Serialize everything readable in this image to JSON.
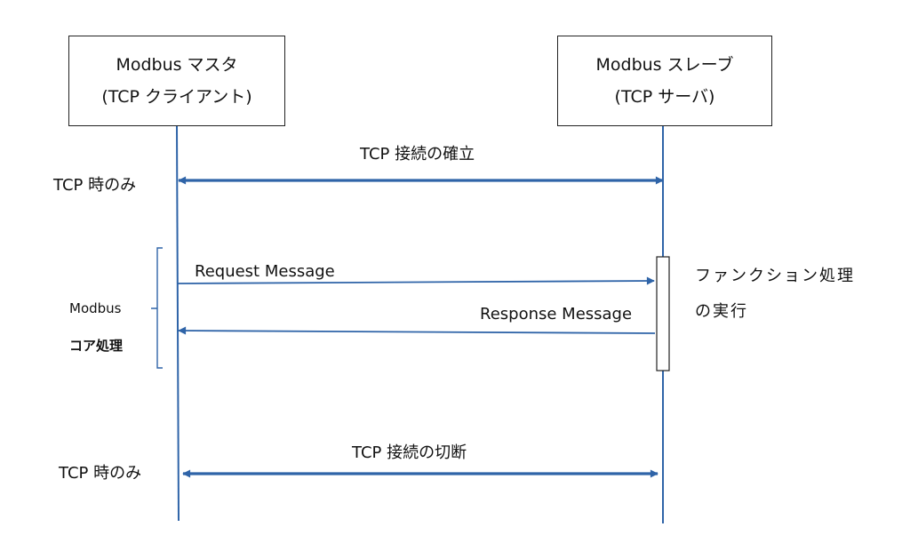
{
  "colors": {
    "arrow": "#2f64a8",
    "lifeline": "#2f64a8",
    "box_border": "#222222",
    "text": "#111111"
  },
  "participants": {
    "master": {
      "line1": "Modbus マスタ",
      "line2": "(TCP クライアント)"
    },
    "slave": {
      "line1": "Modbus スレーブ",
      "line2": "(TCP サーバ)"
    }
  },
  "messages": {
    "connect": "TCP  接続の確立",
    "request": "Request Message",
    "response": "Response Message",
    "disconnect": "TCP  接続の切断"
  },
  "side_labels": {
    "tcp_only_top": "TCP 時のみ",
    "tcp_only_bottom": "TCP 時のみ",
    "modbus": "Modbus",
    "core": "コア処理"
  },
  "activation_note": {
    "line1": "ファンクション処理",
    "line2": "の実行"
  }
}
